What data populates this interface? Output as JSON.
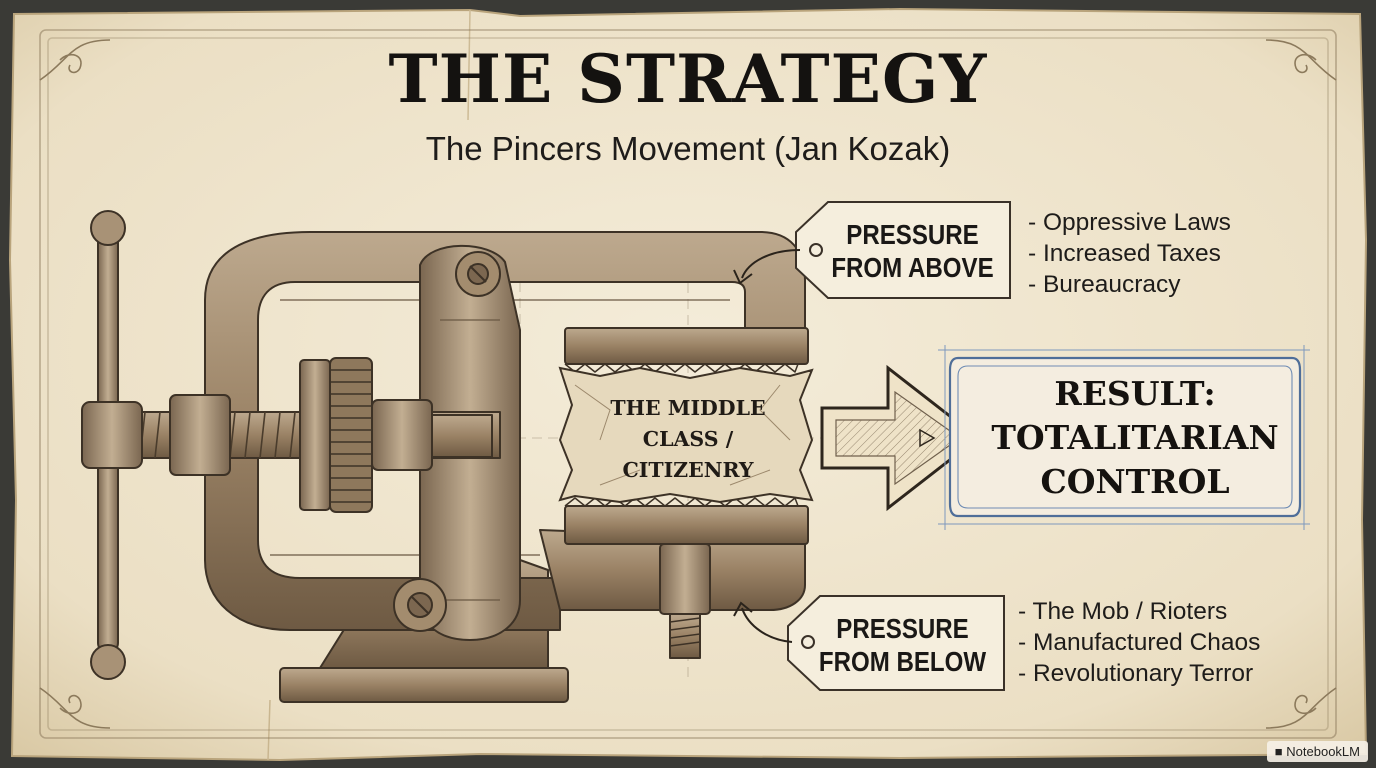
{
  "title": "THE STRATEGY",
  "subtitle": "The Pincers Movement (Jan Kozak)",
  "pressure_above": {
    "label_line1": "PRESSURE",
    "label_line2": "FROM ABOVE",
    "items": [
      "Oppressive Laws",
      "Increased Taxes",
      "Bureaucracy"
    ]
  },
  "pressure_below": {
    "label_line1": "PRESSURE",
    "label_line2": "FROM BELOW",
    "items": [
      "The Mob / Rioters",
      "Manufactured Chaos",
      "Revolutionary Terror"
    ]
  },
  "middle": {
    "line1": "THE MIDDLE",
    "line2": "CLASS /",
    "line3": "CITIZENRY"
  },
  "result": {
    "line1": "RESULT:",
    "line2": "TOTALITARIAN",
    "line3": "CONTROL"
  },
  "watermark": "NotebookLM",
  "colors": {
    "paper": "#efe5cf",
    "ink": "#1a1816",
    "metal": "#9c8468",
    "result_border": "#4f6e99"
  }
}
